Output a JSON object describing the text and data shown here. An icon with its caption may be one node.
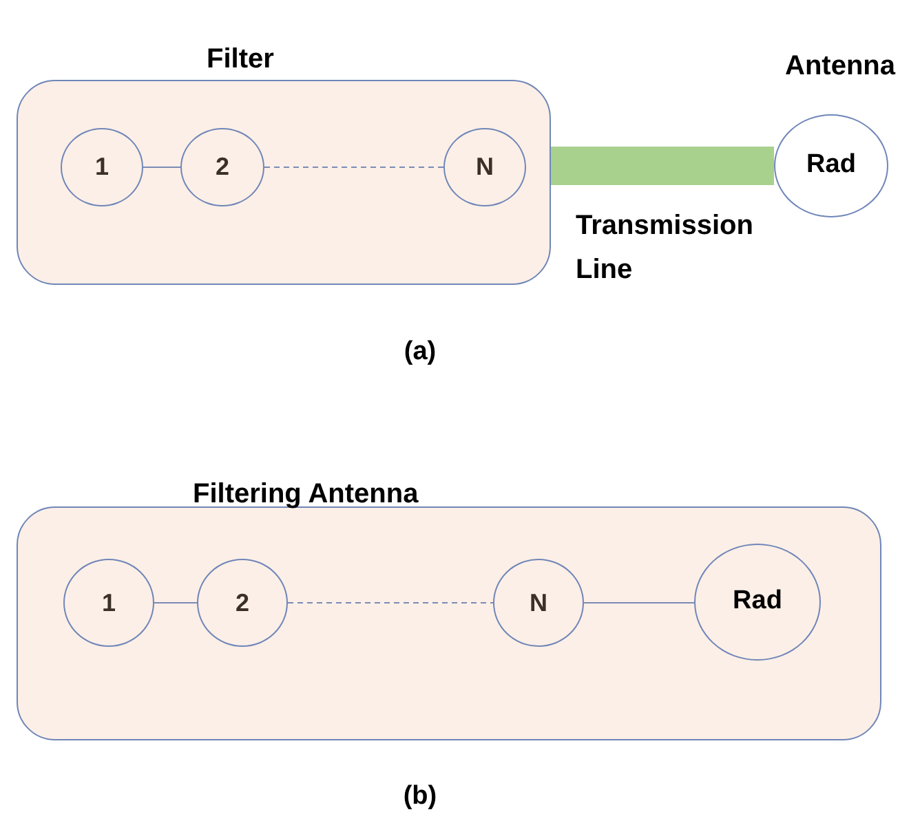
{
  "diagram": {
    "nodes": [
      {
        "text": [
          "Filter"
        ]
      },
      {
        "text": [
          "1"
        ],
        "in": 0
      },
      {
        "text": [
          "2"
        ],
        "in": 0
      },
      {
        "text": [
          "N"
        ],
        "in": 0
      },
      {
        "text": [
          "Rad"
        ],
        "beside": [
          "Antenna"
        ]
      },
      {
        "text": [
          "Filtering Antenna"
        ]
      },
      {
        "text": [
          "1"
        ],
        "in": 5
      },
      {
        "text": [
          "2"
        ],
        "in": 5
      },
      {
        "text": [
          "N"
        ],
        "in": 5
      },
      {
        "text": [
          "Rad"
        ],
        "in": 5
      }
    ],
    "edges": [
      {
        "from": 1,
        "to": 2,
        "arrow": "none"
      },
      {
        "from": 2,
        "to": 3,
        "arrow": "none",
        "style": "dashed"
      },
      {
        "from": 0,
        "to": 4,
        "arrow": "none",
        "style": "thick",
        "color": "#a9d18e",
        "label": "Transmission Line"
      },
      {
        "from": 6,
        "to": 7,
        "arrow": "none"
      },
      {
        "from": 7,
        "to": 8,
        "arrow": "none",
        "style": "dashed"
      },
      {
        "from": 8,
        "to": 9,
        "arrow": "none"
      }
    ],
    "labels": [
      "(a)",
      "(b)"
    ]
  }
}
